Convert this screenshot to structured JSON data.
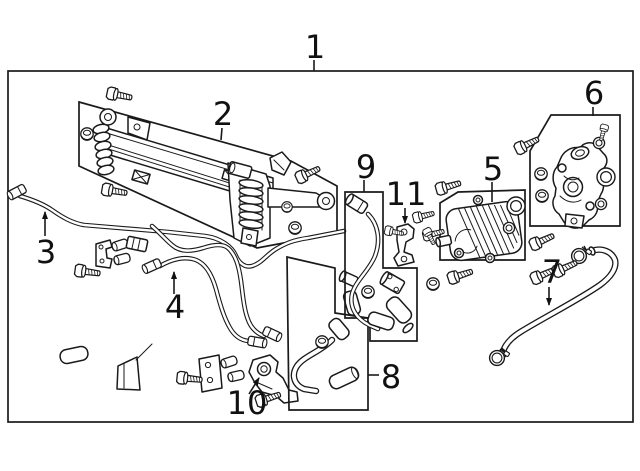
{
  "figure": {
    "kind": "automotive-parts-line-diagram",
    "background_color": "#ffffff",
    "line_color": "#1a1a1a",
    "label_color": "#111111"
  },
  "callouts": [
    {
      "label": "1"
    },
    {
      "label": "2"
    },
    {
      "label": "3"
    },
    {
      "label": "4"
    },
    {
      "label": "5"
    },
    {
      "label": "6"
    },
    {
      "label": "7"
    },
    {
      "label": "8"
    },
    {
      "label": "9"
    },
    {
      "label": "10"
    },
    {
      "label": "11"
    }
  ]
}
